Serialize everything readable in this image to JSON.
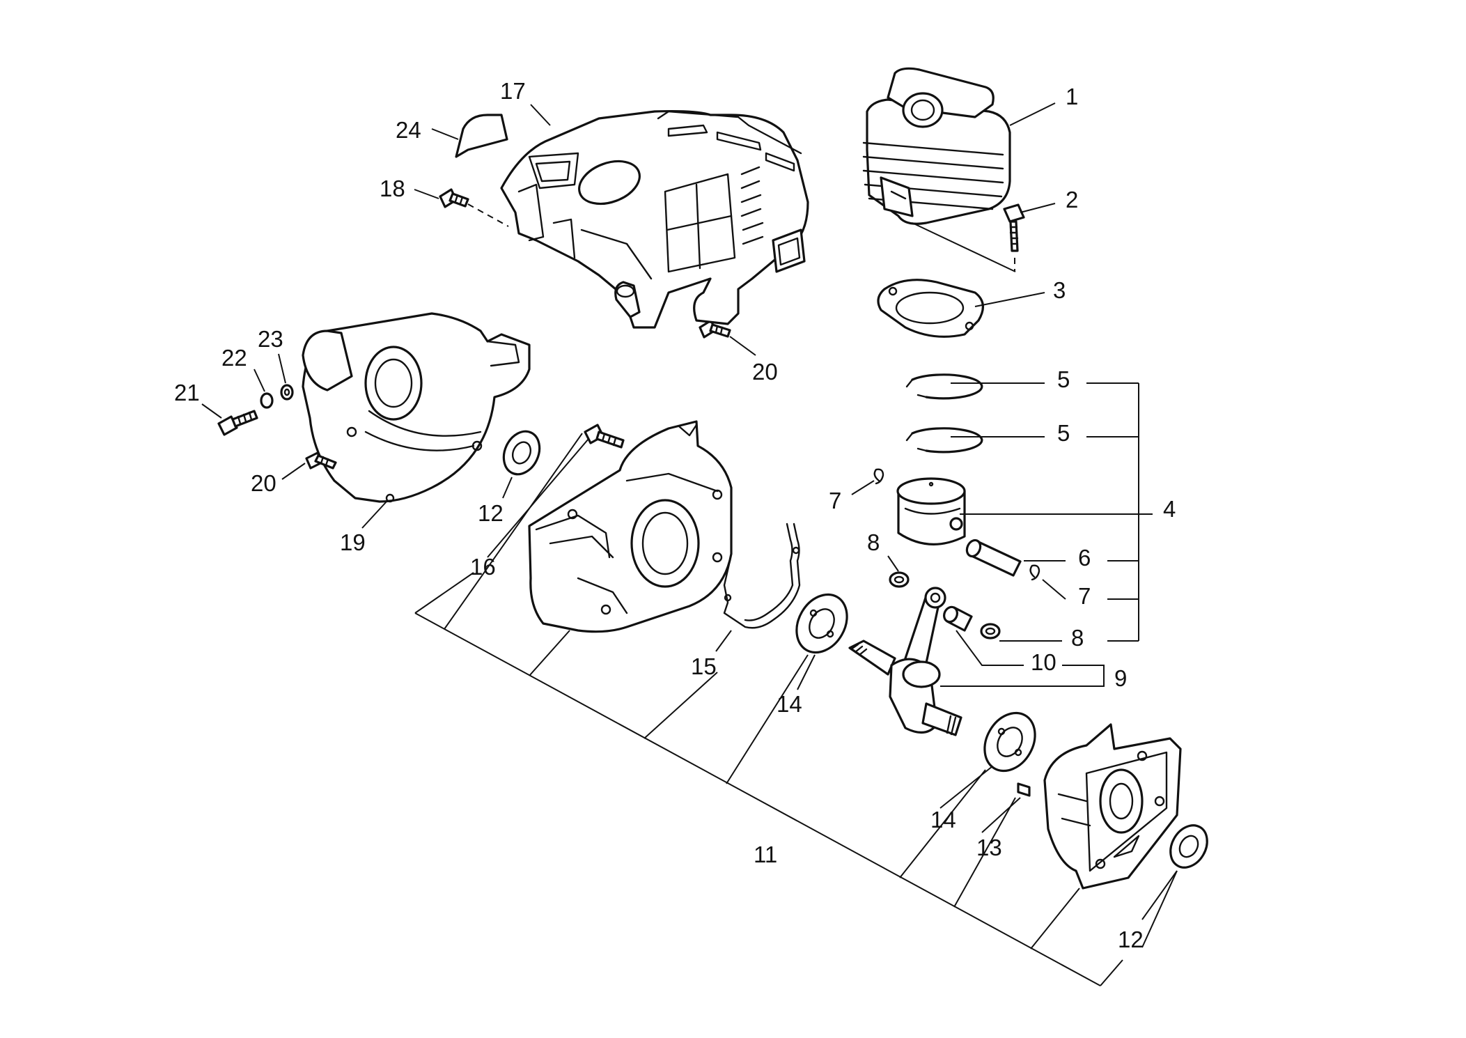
{
  "callouts": [
    {
      "id": "c1",
      "text": "1"
    },
    {
      "id": "c2",
      "text": "2"
    },
    {
      "id": "c3",
      "text": "3"
    },
    {
      "id": "c4",
      "text": "4"
    },
    {
      "id": "c5a",
      "text": "5"
    },
    {
      "id": "c5b",
      "text": "5"
    },
    {
      "id": "c6",
      "text": "6"
    },
    {
      "id": "c7a",
      "text": "7"
    },
    {
      "id": "c7b",
      "text": "7"
    },
    {
      "id": "c8a",
      "text": "8"
    },
    {
      "id": "c8b",
      "text": "8"
    },
    {
      "id": "c9",
      "text": "9"
    },
    {
      "id": "c10",
      "text": "10"
    },
    {
      "id": "c11",
      "text": "11"
    },
    {
      "id": "c12a",
      "text": "12"
    },
    {
      "id": "c12b",
      "text": "12"
    },
    {
      "id": "c13",
      "text": "13"
    },
    {
      "id": "c14a",
      "text": "14"
    },
    {
      "id": "c14b",
      "text": "14"
    },
    {
      "id": "c15",
      "text": "15"
    },
    {
      "id": "c16",
      "text": "16"
    },
    {
      "id": "c17",
      "text": "17"
    },
    {
      "id": "c18",
      "text": "18"
    },
    {
      "id": "c19",
      "text": "19"
    },
    {
      "id": "c20a",
      "text": "20"
    },
    {
      "id": "c20b",
      "text": "20"
    },
    {
      "id": "c21",
      "text": "21"
    },
    {
      "id": "c22",
      "text": "22"
    },
    {
      "id": "c23",
      "text": "23"
    },
    {
      "id": "c24",
      "text": "24"
    }
  ]
}
